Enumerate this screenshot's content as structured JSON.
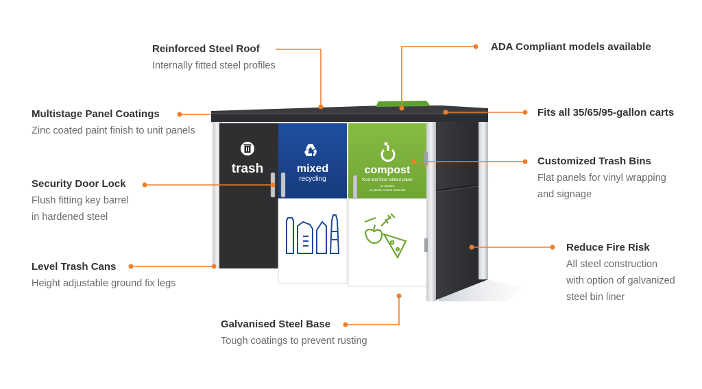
{
  "accent_color": "#ee7f2d",
  "callouts": {
    "roof": {
      "title": "Reinforced Steel Roof",
      "lines": [
        "Internally fitted steel profiles"
      ]
    },
    "coatings": {
      "title": "Multistage Panel Coatings",
      "lines": [
        "Zinc coated paint finish to unit panels"
      ]
    },
    "lock": {
      "title": "Security Door Lock",
      "lines": [
        "Flush fitting key barrel",
        "in hardened steel"
      ]
    },
    "level": {
      "title": "Level Trash Cans",
      "lines": [
        "Height adjustable ground fix legs"
      ]
    },
    "base": {
      "title": "Galvanised Steel Base",
      "lines": [
        "Tough coatings to prevent rusting"
      ]
    },
    "ada": {
      "title": "ADA Compliant models available",
      "lines": []
    },
    "fits": {
      "title": "Fits all 35/65/95-gallon carts",
      "lines": []
    },
    "custom": {
      "title": "Customized Trash Bins",
      "lines": [
        "Flat panels for vinyl wrapping",
        "and signage"
      ]
    },
    "fire": {
      "title": "Reduce Fire Risk",
      "lines": [
        "All steel construction",
        "with option of galvanized",
        "steel bin liner"
      ]
    }
  },
  "panels": {
    "trash": {
      "label": "trash",
      "icon": "trash-can-icon",
      "color": "#2f2f31"
    },
    "mixed": {
      "label": "mixed",
      "sublabel": "recycling",
      "icon": "recycle-icon",
      "color": "#1e4b9a"
    },
    "compost": {
      "label": "compost",
      "sublabel": "food and food related paper",
      "fine_print": [
        "no plastics",
        "no plastic coated materials"
      ],
      "icon": "sprout-icon",
      "color": "#7cb03a"
    }
  }
}
